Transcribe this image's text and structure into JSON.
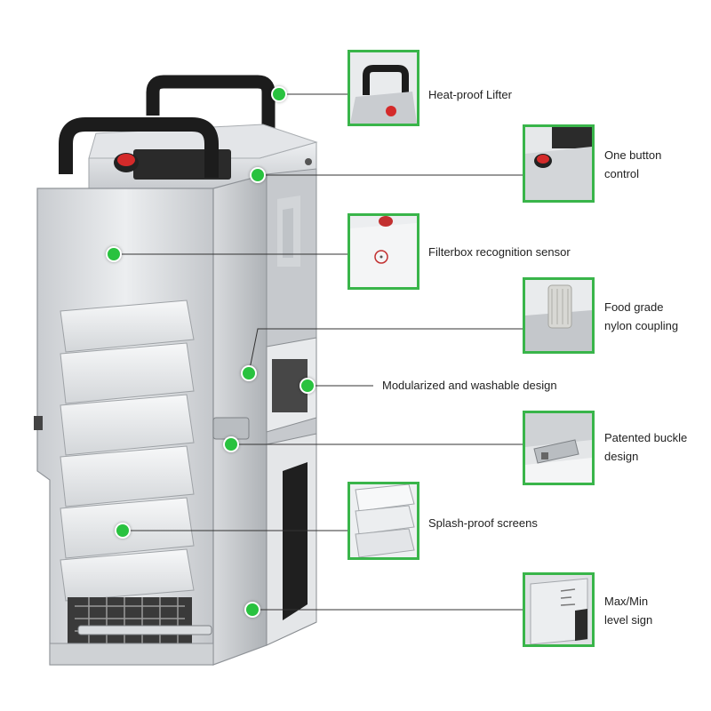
{
  "features": [
    {
      "id": "heat-proof-lifter",
      "label": "Heat-proof Lifter"
    },
    {
      "id": "one-button-control",
      "label": "One button\ncontrol"
    },
    {
      "id": "filterbox-recognition-sensor",
      "label": "Filterbox recognition sensor"
    },
    {
      "id": "food-grade-nylon-coupling",
      "label": "Food grade\nnylon coupling"
    },
    {
      "id": "modularized-washable-design",
      "label": "Modularized and washable design"
    },
    {
      "id": "patented-buckle-design",
      "label": "Patented buckle\ndesign"
    },
    {
      "id": "splash-proof-screens",
      "label": "Splash-proof screens"
    },
    {
      "id": "max-min-level-sign",
      "label": "Max/Min\nlevel sign"
    }
  ],
  "colors": {
    "accent": "#39b54a",
    "dot": "#29c23f",
    "steel": "#d9dcdf",
    "handle": "#1c1c1c",
    "button": "#d42a2a"
  }
}
